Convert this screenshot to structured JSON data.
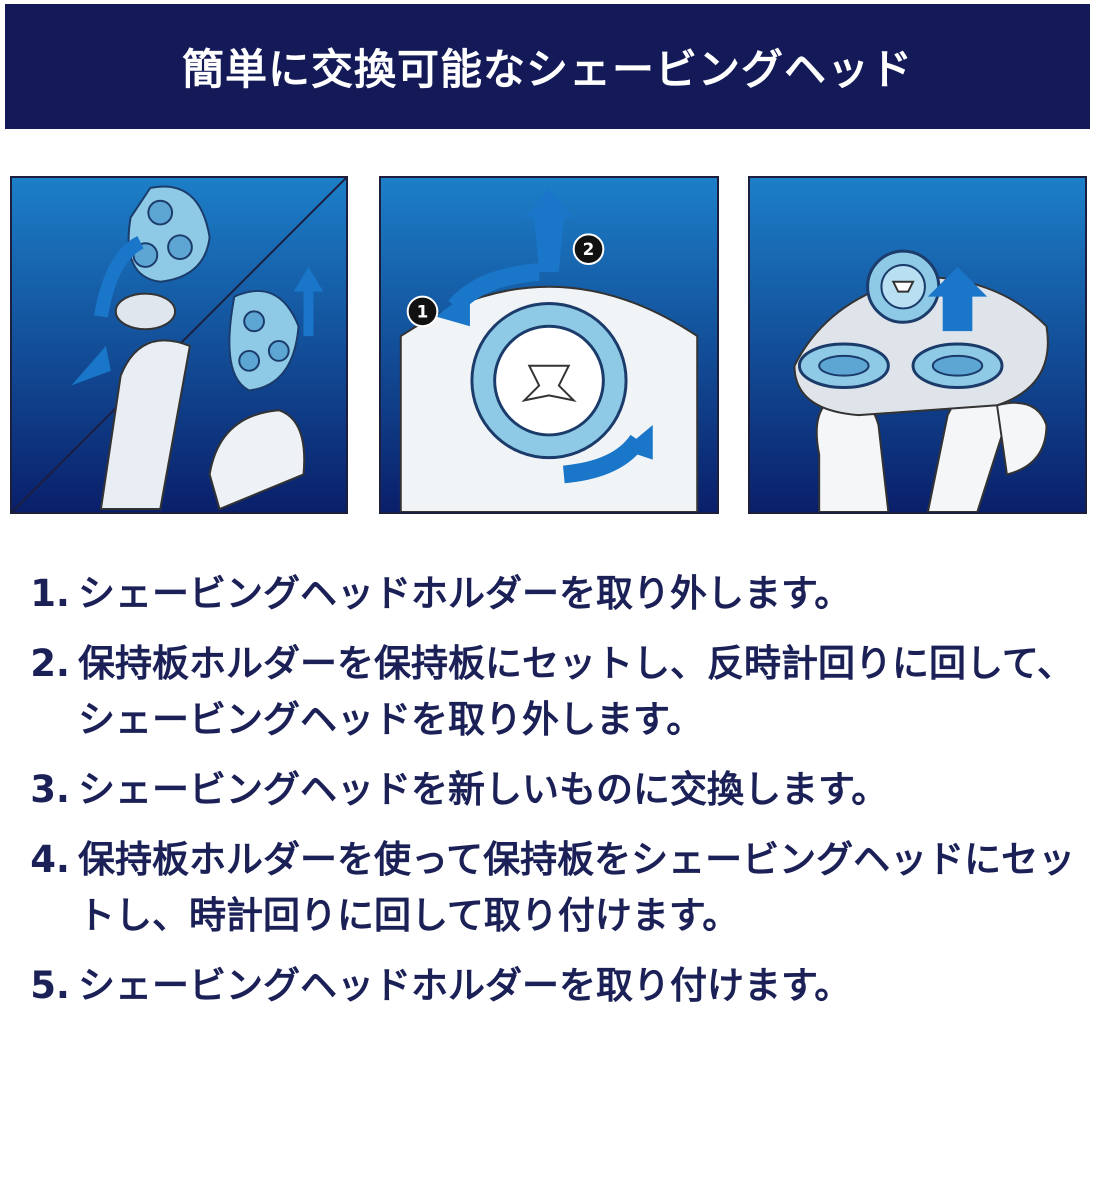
{
  "colors": {
    "banner_bg": "#131a57",
    "text": "#1b2157",
    "panel_bg_top": "#1c7fc8",
    "panel_bg_bottom": "#0a1f6a",
    "part_fill": "#8ecae6",
    "arrow": "#1976c8"
  },
  "banner": {
    "title": "簡単に交換可能なシェービングヘッド"
  },
  "panels": [
    {
      "name": "remove-holder-illustration"
    },
    {
      "name": "rotate-plate-illustration",
      "badges": [
        "1",
        "2"
      ]
    },
    {
      "name": "replace-head-illustration"
    }
  ],
  "steps": [
    {
      "number": "1.",
      "text": "シェービングヘッドホルダーを取り外します。"
    },
    {
      "number": "2.",
      "text": "保持板ホルダーを保持板にセットし、反時計回りに回して、シェービングヘッドを取り外します。"
    },
    {
      "number": "3.",
      "text": "シェービングヘッドを新しいものに交換します。"
    },
    {
      "number": "4.",
      "text": "保持板ホルダーを使って保持板をシェービングヘッドにセットし、時計回りに回して取り付けます。"
    },
    {
      "number": "5.",
      "text": "シェービングヘッドホルダーを取り付けます。"
    }
  ]
}
